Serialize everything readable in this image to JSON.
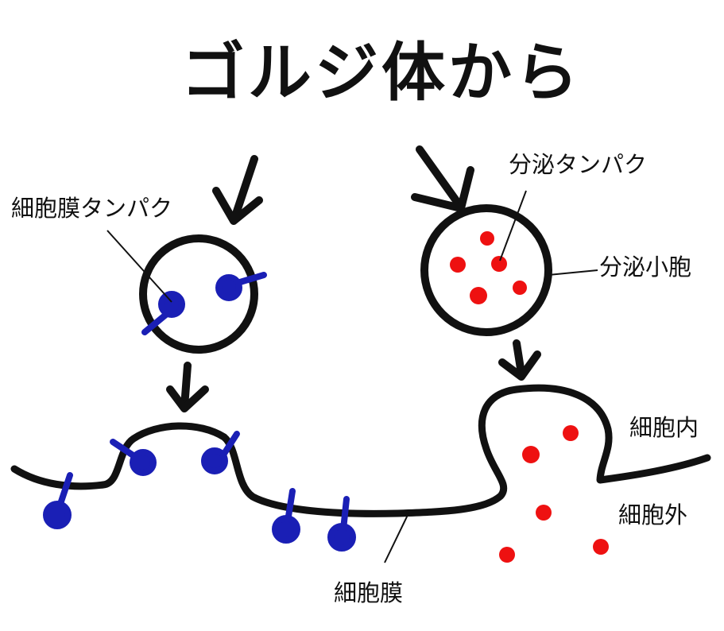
{
  "title": "ゴルジ体から",
  "labels": {
    "membrane_protein": "細胞膜タンパク",
    "secretory_protein": "分泌タンパク",
    "secretory_vesicle": "分泌小胞",
    "intracellular": "細胞内",
    "extracellular": "細胞外",
    "cell_membrane": "細胞膜"
  },
  "colors": {
    "ink": "#111111",
    "membrane_protein": "#1a1fb5",
    "secretory_protein": "#ee1111",
    "background": "#ffffff"
  }
}
